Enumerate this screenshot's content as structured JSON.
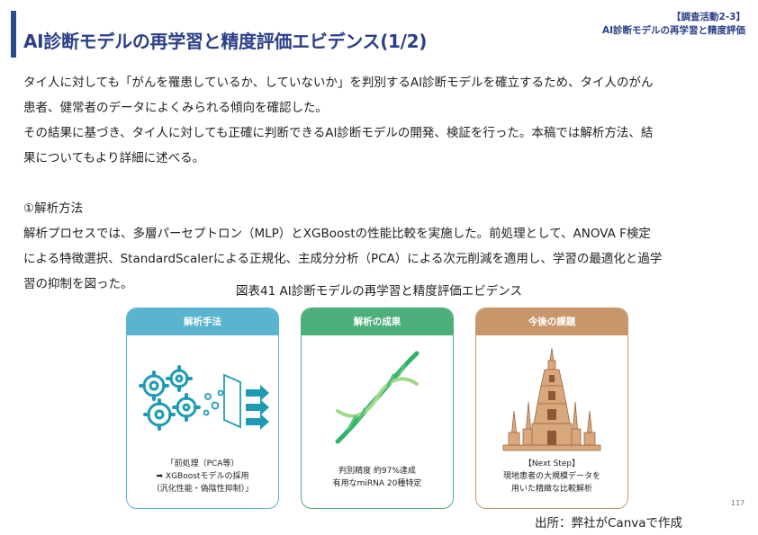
{
  "header": {
    "title": "AI診断モデルの再学習と精度評価エビデンス(1/2)",
    "tag_line1": "【調査活動2-3】",
    "tag_line2": "AI診断モデルの再学習と精度評価"
  },
  "body": {
    "lines": [
      "タイ人に対しても「がんを罹患しているか、していないか」を判別するAI診断モデルを確立するため、タイ人のがん",
      "患者、健常者のデータによくみられる傾向を確認した。",
      "その結果に基づき、タイ人に対しても正確に判断できるAI診断モデルの開発、検証を行った。本稿では解析方法、結",
      "果についてもより詳細に述べる。"
    ],
    "section_heading": "①解析方法",
    "section_lines": [
      "解析プロセスでは、多層パーセプトロン（MLP）とXGBoostの性能比較を実施した。前処理として、ANOVA F検定",
      "による特徴選択、StandardScalerによる正規化、主成分分析（PCA）による次元削減を適用し、学習の最適化と過学",
      "習の抑制を図った。"
    ]
  },
  "figure": {
    "caption": "図表41 AI診断モデルの再学習と精度評価エビデンス",
    "cards": [
      {
        "title": "解析手法",
        "lines": [
          "「前処理（PCA等）",
          "➡ XGBoostモデルの採用",
          "（汎化性能・偽陰性抑制）」"
        ]
      },
      {
        "title": "解析の成果",
        "lines": [
          "判別精度 約97%達成",
          "有用なmiRNA 20種特定"
        ]
      },
      {
        "title": "今後の課題",
        "lines": [
          "【Next Step】",
          "現地患者の大規模データを",
          "用いた精緻な比較解析"
        ]
      }
    ]
  },
  "footer": {
    "page_number": "117",
    "source": "出所：弊社がCanvaで作成"
  },
  "colors": {
    "title": "#2b3f86",
    "card1": "#5bb4cf",
    "card2": "#4db07a",
    "card3": "#c9966c"
  }
}
